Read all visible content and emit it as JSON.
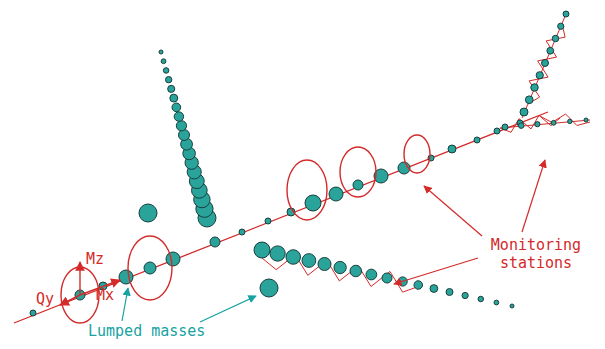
{
  "diagram": {
    "labels": [
      "Mz",
      "Qy",
      "Mx",
      "Monitoring stations",
      "Lumped masses"
    ]
  }
}
